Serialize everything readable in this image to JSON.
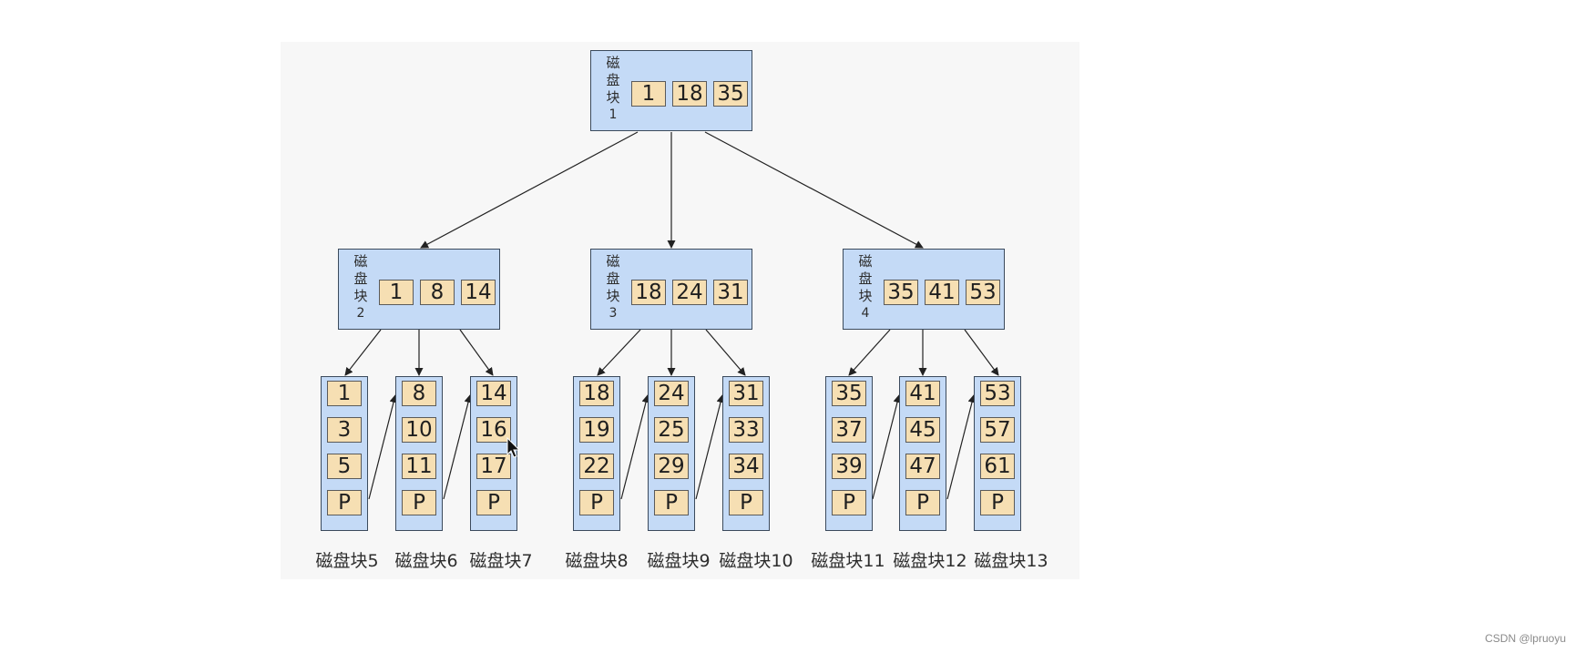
{
  "tree": {
    "root": {
      "label_chars": [
        "磁",
        "盘",
        "块"
      ],
      "label_num": "1",
      "keys": [
        "1",
        "18",
        "35"
      ]
    },
    "internal": [
      {
        "label_chars": [
          "磁",
          "盘",
          "块"
        ],
        "label_num": "2",
        "keys": [
          "1",
          "8",
          "14"
        ]
      },
      {
        "label_chars": [
          "磁",
          "盘",
          "块"
        ],
        "label_num": "3",
        "keys": [
          "18",
          "24",
          "31"
        ]
      },
      {
        "label_chars": [
          "磁",
          "盘",
          "块"
        ],
        "label_num": "4",
        "keys": [
          "35",
          "41",
          "53"
        ]
      }
    ],
    "leaves": [
      {
        "caption": "磁盘块5",
        "keys": [
          "1",
          "3",
          "5",
          "P"
        ]
      },
      {
        "caption": "磁盘块6",
        "keys": [
          "8",
          "10",
          "11",
          "P"
        ]
      },
      {
        "caption": "磁盘块7",
        "keys": [
          "14",
          "16",
          "17",
          "P"
        ]
      },
      {
        "caption": "磁盘块8",
        "keys": [
          "18",
          "19",
          "22",
          "P"
        ]
      },
      {
        "caption": "磁盘块9",
        "keys": [
          "24",
          "25",
          "29",
          "P"
        ]
      },
      {
        "caption": "磁盘块10",
        "keys": [
          "31",
          "33",
          "34",
          "P"
        ]
      },
      {
        "caption": "磁盘块11",
        "keys": [
          "35",
          "37",
          "39",
          "P"
        ]
      },
      {
        "caption": "磁盘块12",
        "keys": [
          "41",
          "45",
          "47",
          "P"
        ]
      },
      {
        "caption": "磁盘块13",
        "keys": [
          "53",
          "57",
          "61",
          "P"
        ]
      }
    ]
  },
  "watermark": "CSDN @lpruoyu",
  "colors": {
    "node_fill": "#c4daf6",
    "key_fill": "#f6dfb3",
    "border": "#3b4a5c"
  },
  "cursor_icon": "mouse-pointer-icon"
}
